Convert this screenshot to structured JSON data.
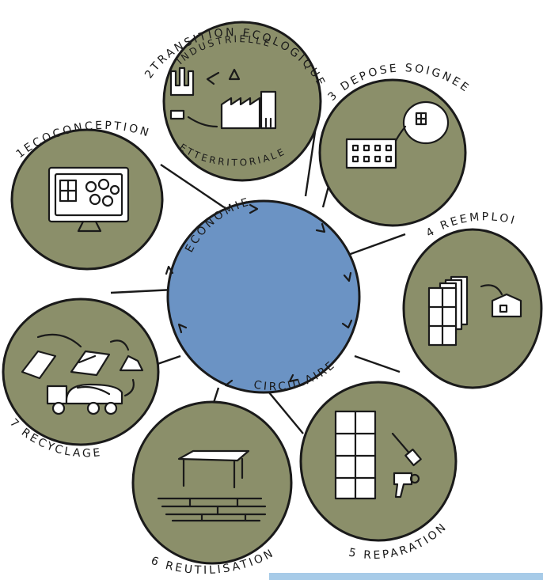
{
  "center": {
    "top_label": "ECONOMIE",
    "bottom_label": "CIRCULAIRE"
  },
  "stages": [
    {
      "id": "ecoconception",
      "label": "1ECOCONCEPTION"
    },
    {
      "id": "transition",
      "label": "2TRANSITION ECOLOGIQUE",
      "sub_top": "INDUSTRIELLE",
      "sub_bottom": "ETTERRITORIALE"
    },
    {
      "id": "depose",
      "label": "3 DEPOSE SOIGNEE"
    },
    {
      "id": "reemploi",
      "label": "4 REEMPLOI"
    },
    {
      "id": "reparation",
      "label": "5 REPARATION"
    },
    {
      "id": "reutilisation",
      "label": "6 REUTILISATION"
    },
    {
      "id": "recyclage",
      "label": "7 RECYCLAGE"
    }
  ],
  "colors": {
    "stage_fill": "#8b8f6a",
    "center_fill": "#6b93c4",
    "ink": "#1a1a1a"
  }
}
